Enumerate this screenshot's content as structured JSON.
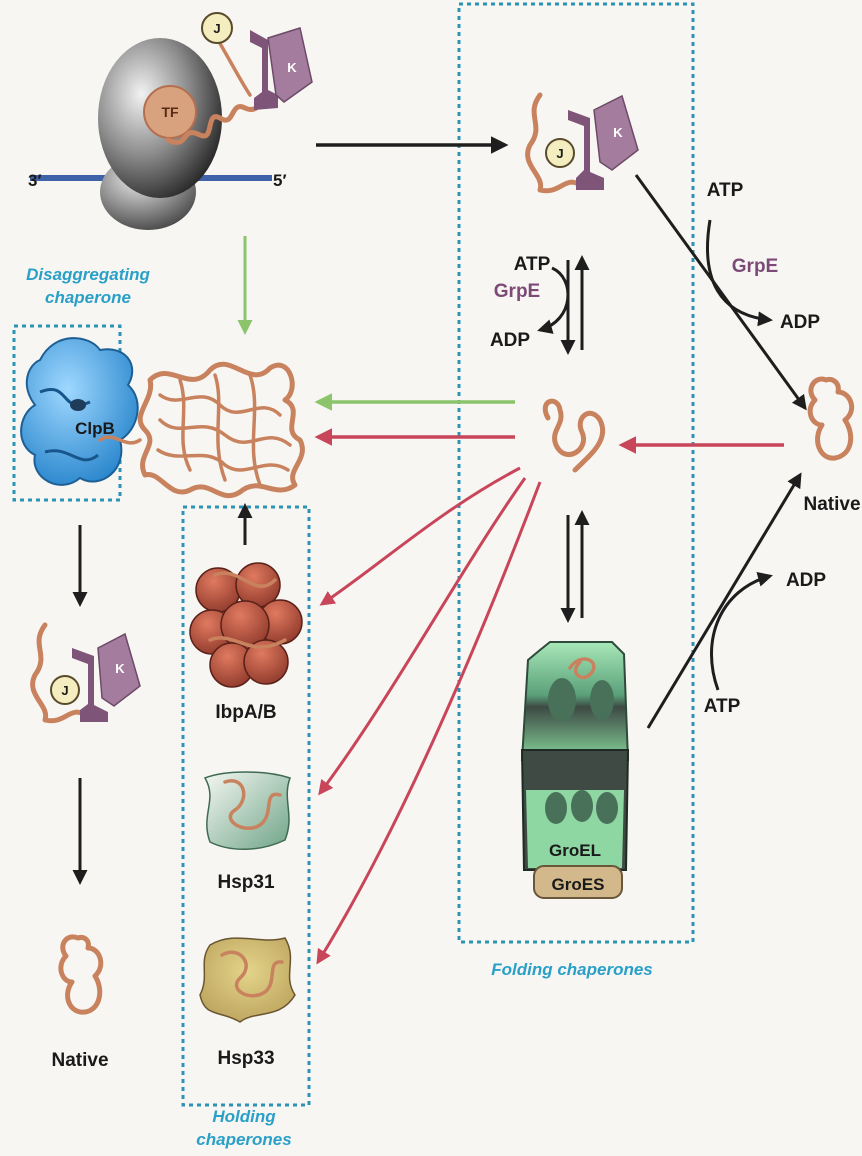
{
  "labels": {
    "tf": "TF",
    "j": "J",
    "k": "K",
    "three_prime": "3′",
    "five_prime": "5′",
    "disaggregating_line1": "Disaggregating",
    "disaggregating_line2": "chaperone",
    "clpb": "ClpB",
    "atp": "ATP",
    "adp": "ADP",
    "grpe": "GrpE",
    "native": "Native",
    "ibpab": "IbpA/B",
    "hsp31": "Hsp31",
    "hsp33": "Hsp33",
    "groel": "GroEL",
    "groes": "GroES",
    "folding_chaperones": "Folding chaperones",
    "holding_line1": "Holding",
    "holding_line2": "chaperones"
  },
  "colors": {
    "black_arrow": "#1e1e1e",
    "green_arrow": "#8cc46c",
    "red_arrow": "#c8455a",
    "box_border": "#2d93b4",
    "protein_chain": "#c9825e",
    "dnak": "#9a6a92",
    "clpb": "#3aa2e0",
    "groel": "#7fd39a",
    "ibpab": "#c85848"
  }
}
